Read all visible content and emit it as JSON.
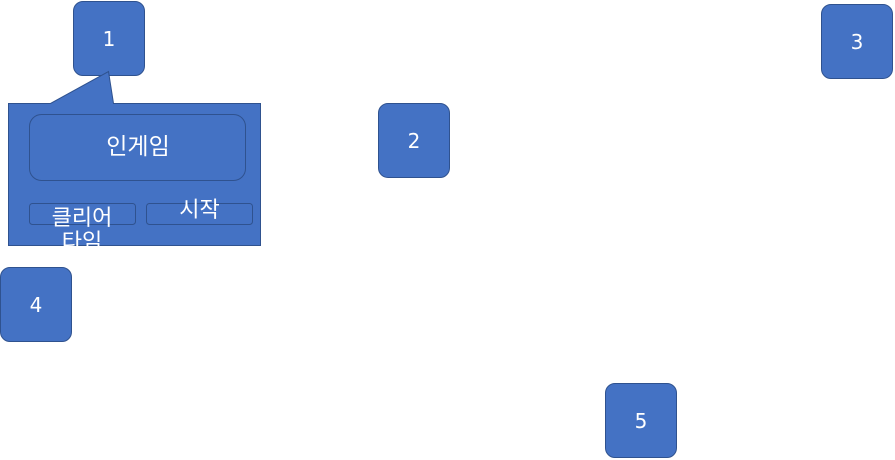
{
  "nodes": [
    {
      "label": "1"
    },
    {
      "label": "2"
    },
    {
      "label": "3"
    },
    {
      "label": "4"
    },
    {
      "label": "5"
    }
  ],
  "callout": {
    "title_label": "인게임",
    "clear_time_label": "클리어\n타임",
    "start_label": "시작"
  },
  "colors": {
    "fill": "#4472c4",
    "border": "#2f528f",
    "text": "#ffffff"
  }
}
